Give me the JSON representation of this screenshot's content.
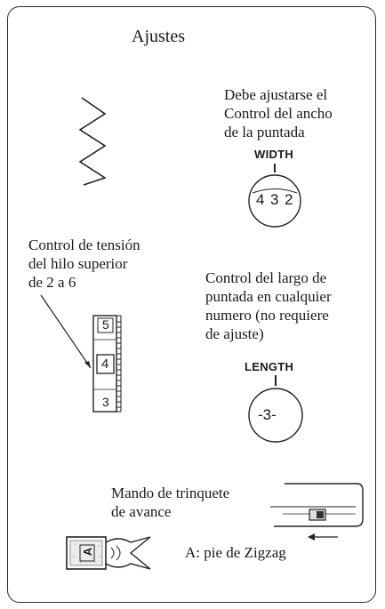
{
  "title": "Ajustes",
  "width_control": {
    "text": "Debe ajustarse el\nControl del ancho\nde la puntada",
    "dial_label": "WIDTH",
    "numbers": [
      "4",
      "3",
      "2"
    ]
  },
  "tension_control": {
    "text": "Control de tensión\ndel hilo superior\nde 2 a 6",
    "numbers": [
      "5",
      "4",
      "3"
    ]
  },
  "length_control": {
    "text": "Control del largo de\npuntada en cualquier\nnumero (no requiere\nde ajuste)",
    "dial_label": "LENGTH",
    "number": "-3-"
  },
  "feed_dog": {
    "text": "Mando de trinquete\nde avance"
  },
  "presser_foot": {
    "text": "A: pie de Zigzag",
    "foot_letter": "A"
  }
}
